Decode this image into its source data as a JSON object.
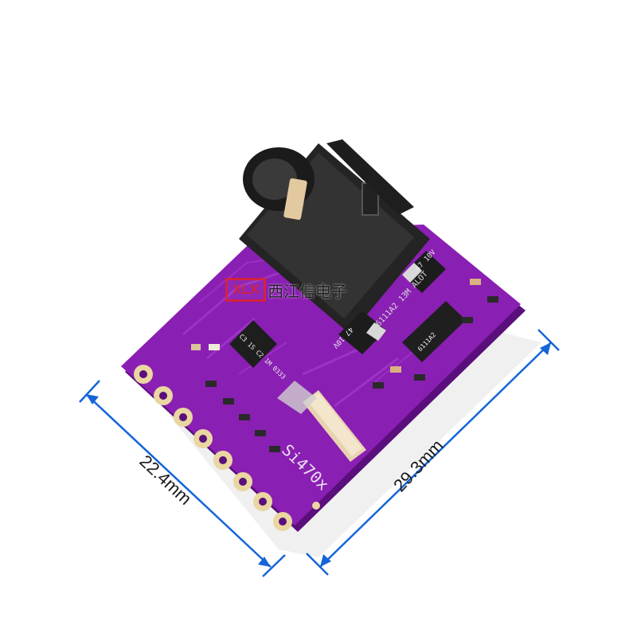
{
  "dimensions": {
    "left": "22.4mm",
    "right": "29.3mm"
  },
  "watermark": {
    "logo": "XLX",
    "text": "西江信电子"
  },
  "board": {
    "model_silkscreen": "Si470x",
    "chip_marking": "6111A2 13M ALOT",
    "cap_marking_top": "47 10V",
    "cap_marking_bottom": "47 10V",
    "ic_marking": "C3 1S C2 1M 0333",
    "regulator_marking": "6111A2"
  },
  "colors": {
    "pcb": "#8a1fb3",
    "pcb_edge": "#5a0f7c",
    "jack": "#2a2a2a",
    "dimension_line": "#1565d8",
    "watermark_red": "#e0232c"
  }
}
